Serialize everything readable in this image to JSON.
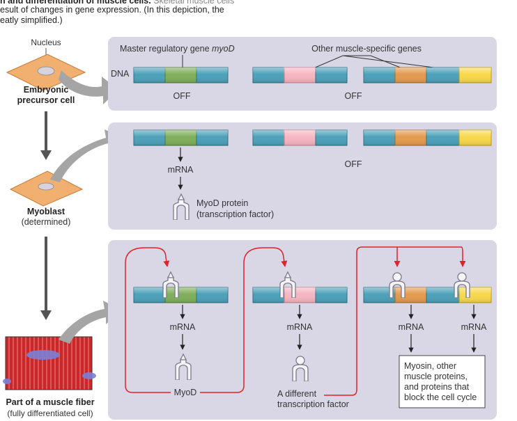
{
  "header": {
    "line1_bold": "n and differentiation of muscle cells.",
    "line1_rest": " Skeletal muscle cells",
    "line2": "esult of changes in gene expression. (In this depiction, the",
    "line3": "eatly simplified.)"
  },
  "left": {
    "nucleus": "Nucleus",
    "embryonic_1": "Embryonic",
    "embryonic_2": "precursor cell",
    "myoblast_1": "Myoblast",
    "myoblast_2": "(determined)",
    "fiber_1": "Part of a muscle fiber",
    "fiber_2": "(fully differentiated cell)"
  },
  "panel1": {
    "master_gene": "Master regulatory gene ",
    "master_gene_italic": "myoD",
    "other_genes": "Other muscle-specific genes",
    "dna": "DNA",
    "off_left": "OFF",
    "off_right": "OFF"
  },
  "panel2": {
    "mrna": "mRNA",
    "off": "OFF",
    "protein_1": "MyoD protein",
    "protein_2": "(transcription factor)"
  },
  "panel3": {
    "mrna_1": "mRNA",
    "mrna_2": "mRNA",
    "mrna_3": "mRNA",
    "mrna_4": "mRNA",
    "myod": "MyoD",
    "tf_1": "A different",
    "tf_2": "transcription factor",
    "products_1": "Myosin, other",
    "products_2": "muscle proteins,",
    "products_3": "and proteins that",
    "products_4": "block the cell cycle"
  },
  "colors": {
    "panel": "#d9d6e6",
    "gene_blue": "#4ba0b8",
    "gene_green": "#7fae5a",
    "gene_pink": "#f6b5c0",
    "gene_orange": "#e39a4e",
    "gene_yellow": "#f8d84a",
    "red_arrow": "#e0222a",
    "cell_orange": "#f1b070",
    "muscle_red": "#cf2b2b"
  }
}
